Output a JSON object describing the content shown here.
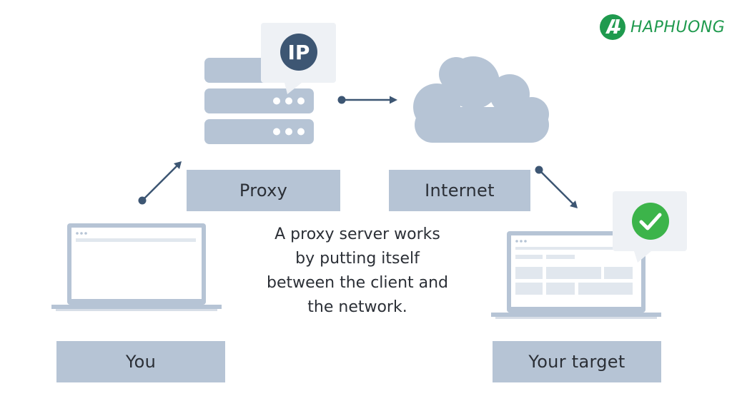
{
  "logo": {
    "text": "HAPHUONG",
    "color": "#1f9a4e"
  },
  "nodes": {
    "proxy": "Proxy",
    "internet": "Internet",
    "you": "You",
    "target": "Your target"
  },
  "badges": {
    "ip": "IP"
  },
  "caption": {
    "lines": [
      "A proxy server works",
      "by putting itself",
      "between the client and",
      "the network."
    ]
  },
  "colors": {
    "box": "#b6c4d5",
    "dark": "#3d5673",
    "check": "#3cb44a"
  }
}
